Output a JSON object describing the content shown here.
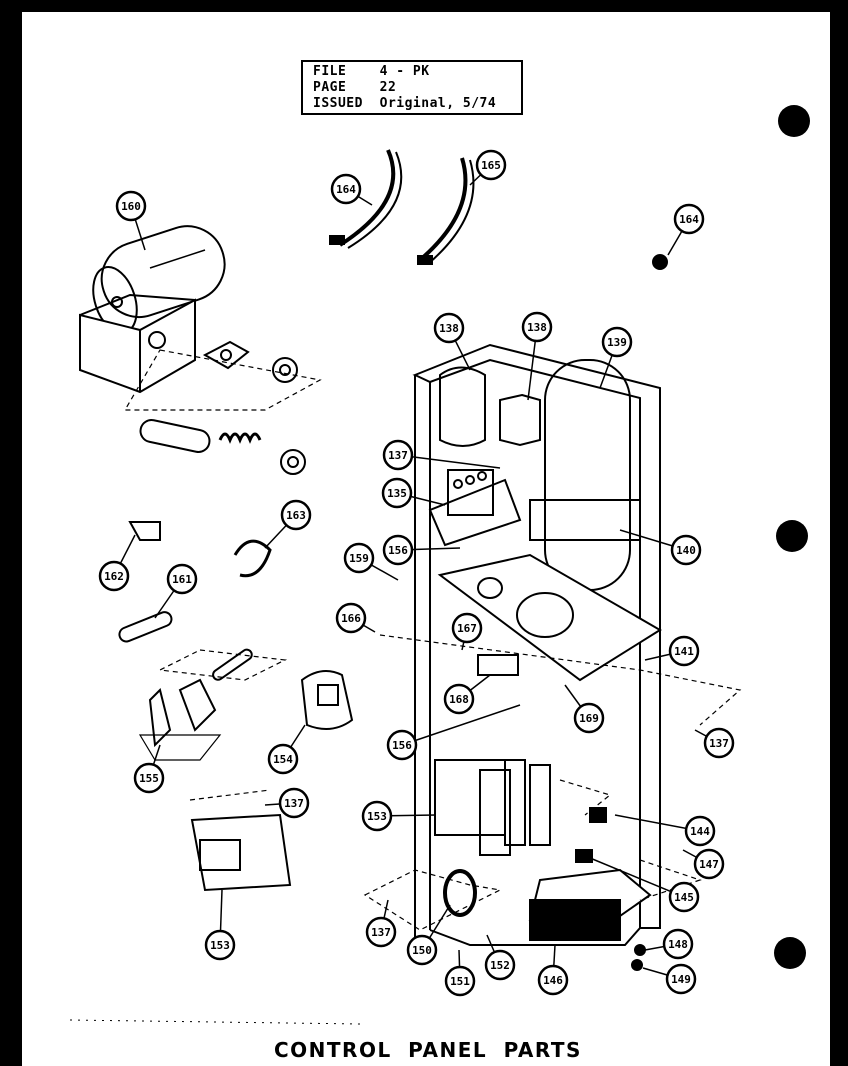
{
  "info_box": {
    "file_label": "FILE",
    "file_value": "4 - PK",
    "page_label": "PAGE",
    "page_value": "22",
    "issued_label": "ISSUED",
    "issued_value": "Original, 5/74"
  },
  "caption": "CONTROL PANEL PARTS",
  "callouts": [
    {
      "id": "c1",
      "num": "160"
    },
    {
      "id": "c2",
      "num": "164"
    },
    {
      "id": "c3",
      "num": "165"
    },
    {
      "id": "c4",
      "num": "164"
    },
    {
      "id": "c5",
      "num": "138"
    },
    {
      "id": "c6",
      "num": "138"
    },
    {
      "id": "c7",
      "num": "139"
    },
    {
      "id": "c8",
      "num": "137"
    },
    {
      "id": "c9",
      "num": "135"
    },
    {
      "id": "c10",
      "num": "156"
    },
    {
      "id": "c11",
      "num": "159"
    },
    {
      "id": "c12",
      "num": "140"
    },
    {
      "id": "c13",
      "num": "163"
    },
    {
      "id": "c14",
      "num": "162"
    },
    {
      "id": "c15",
      "num": "161"
    },
    {
      "id": "c16",
      "num": "166"
    },
    {
      "id": "c17",
      "num": "167"
    },
    {
      "id": "c18",
      "num": "168"
    },
    {
      "id": "c19",
      "num": "169"
    },
    {
      "id": "c20",
      "num": "141"
    },
    {
      "id": "c21",
      "num": "137"
    },
    {
      "id": "c22",
      "num": "156"
    },
    {
      "id": "c23",
      "num": "154"
    },
    {
      "id": "c24",
      "num": "155"
    },
    {
      "id": "c25",
      "num": "137"
    },
    {
      "id": "c26",
      "num": "153"
    },
    {
      "id": "c27",
      "num": "144"
    },
    {
      "id": "c28",
      "num": "147"
    },
    {
      "id": "c29",
      "num": "145"
    },
    {
      "id": "c30",
      "num": "137"
    },
    {
      "id": "c31",
      "num": "153"
    },
    {
      "id": "c32",
      "num": "150"
    },
    {
      "id": "c33",
      "num": "152"
    },
    {
      "id": "c34",
      "num": "151"
    },
    {
      "id": "c35",
      "num": "146"
    },
    {
      "id": "c36",
      "num": "148"
    },
    {
      "id": "c37",
      "num": "149"
    }
  ]
}
